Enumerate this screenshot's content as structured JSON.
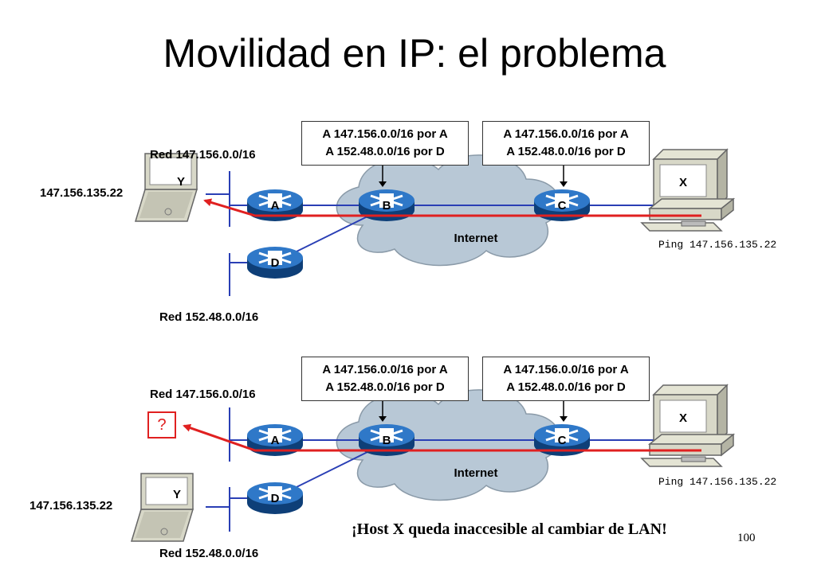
{
  "title": "Movilidad en IP: el problema",
  "routing_table": {
    "line1": "A 147.156.0.0/16 por A",
    "line2": "A 152.48.0.0/16 por D"
  },
  "scenario_top": {
    "net_a_label": "Red 147.156.0.0/16",
    "net_d_label": "Red 152.48.0.0/16",
    "host_y_ip": "147.156.135.22",
    "host_y_label": "Y",
    "host_x_label": "X",
    "ping_command": "Ping 147.156.135.22",
    "cloud_label": "Internet",
    "routers": [
      "A",
      "B",
      "C",
      "D"
    ]
  },
  "scenario_bottom": {
    "net_a_label": "Red 147.156.0.0/16",
    "net_d_label": "Red 152.48.0.0/16",
    "host_y_ip": "147.156.135.22",
    "host_y_label": "Y",
    "host_x_label": "X",
    "ping_command": "Ping 147.156.135.22",
    "cloud_label": "Internet",
    "unknown_marker": "?",
    "routers": [
      "A",
      "B",
      "C",
      "D"
    ]
  },
  "conclusion": "¡Host X queda inaccesible al cambiar de LAN!",
  "page_number": "100",
  "colors": {
    "router_blue": "#1e5fa8",
    "router_dark": "#0e3f78",
    "cloud_gray": "#b8c8d6",
    "link_blue": "#2a3fb5",
    "packet_red": "#e02020",
    "device_beige": "#d8d8c8"
  }
}
